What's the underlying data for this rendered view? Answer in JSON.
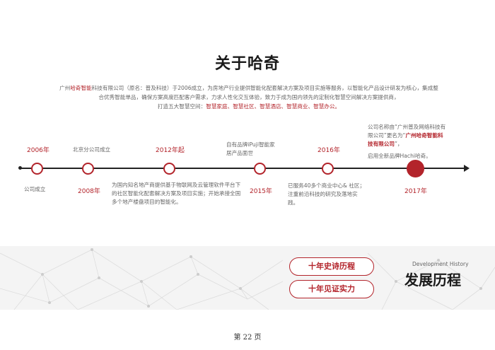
{
  "title": "关于哈奇",
  "intro": {
    "l1_a": "广州",
    "l1_b": "哈奇智能",
    "l1_c": "科技有限公司（原名：普及科技）于2006成立，为房地产行业提供智能化配套解决方案及项目实施等服务，以智能化产品设计研发为核心，集成整",
    "l2": "合优秀智能单品，确保方案高度匹配客户需求，力求人性化交互体验，致力于成为国内领先的定制化智慧空间解决方案提供商，",
    "l3_a": "打造五大智慧空间：",
    "l3_items": "智慧家庭、智慧社区、智慧酒店、智慧商业、智慧办公。"
  },
  "timeline": [
    {
      "year": "2006年",
      "text": "公司成立"
    },
    {
      "year": "2008年",
      "text": "北京分公司成立"
    },
    {
      "year": "2012年起",
      "text": "为国内知名地产商提供基于物联网及云管理软件平台下的社区智能化配套解决方案及项目实施；开始承接全国多个地产楼盘项目的智能化。"
    },
    {
      "year": "2015年",
      "text": "自有品牌iPuji智能家居产品面世"
    },
    {
      "year": "2016年",
      "text": "已服务40多个商业中心& 社区；注重前沿科技的研究及落地实践。"
    },
    {
      "year": "2017年",
      "text_a": "公司名称由“广州普及网络科技有限公司”更名为“",
      "text_b": "广州哈奇智能科技有限公司",
      "text_c": "”，",
      "text_d": "启用全新品牌Hachi哈奇。"
    }
  ],
  "badges": [
    "十年史诗历程",
    "十年见证实力"
  ],
  "section": {
    "en": "Development History",
    "cn": "发展历程"
  },
  "page_number": "第 22 页",
  "colors": {
    "accent": "#b3242b",
    "text": "#666666",
    "heading": "#1a1a1a"
  }
}
